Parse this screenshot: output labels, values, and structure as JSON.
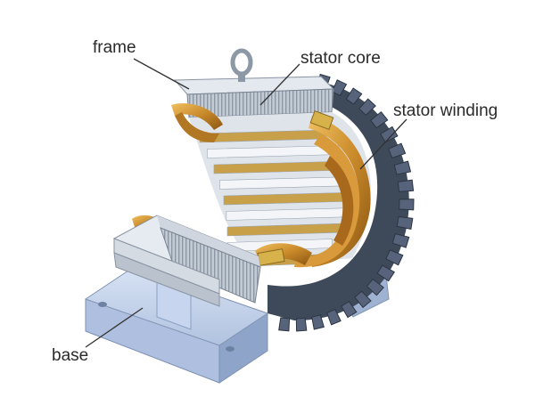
{
  "labels": {
    "frame": "frame",
    "stator_core": "stator core",
    "stator_winding": "stator winding",
    "base": "base"
  },
  "colors": {
    "copper": "#c98a2a",
    "steel": "#c4ccd6",
    "frame_dark": "#3e4a5a",
    "base_blue": "#b8cbe8"
  }
}
